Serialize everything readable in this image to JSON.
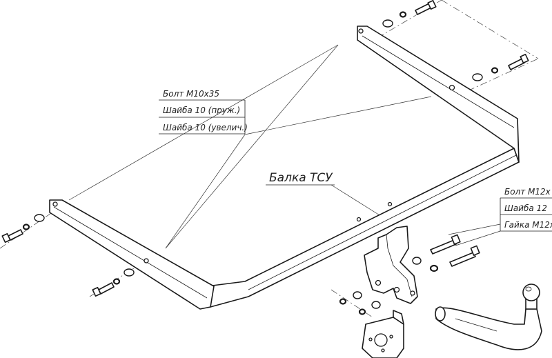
{
  "labels": {
    "bolt_m10": "Болт М10х35",
    "washer_10_spring": "Шайба 10 (пруж.)",
    "washer_10_big": "Шайба 10 (увелич.)",
    "beam": "Балка ТСУ",
    "bolt_m12": "Болт М12х",
    "washer_12": "Шайба 12",
    "nut_m12": "Гайка М12х"
  },
  "colors": {
    "line": "#1a1a1a",
    "background": "#ffffff"
  }
}
